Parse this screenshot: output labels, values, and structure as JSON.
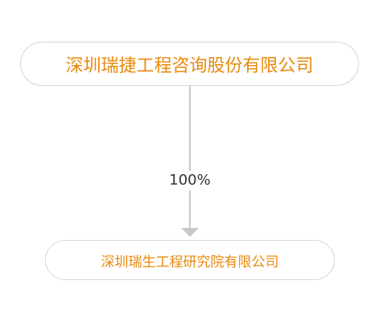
{
  "colors": {
    "node_text": "#E8890C",
    "node_border": "#d6d6d6",
    "connector": "#c8c8c8",
    "label_text": "#333333"
  },
  "nodes": {
    "parent": {
      "name": "深圳瑞捷工程咨询股份有限公司"
    },
    "child": {
      "name": "深圳瑞生工程研究院有限公司"
    }
  },
  "edge": {
    "share_label": "100%"
  }
}
